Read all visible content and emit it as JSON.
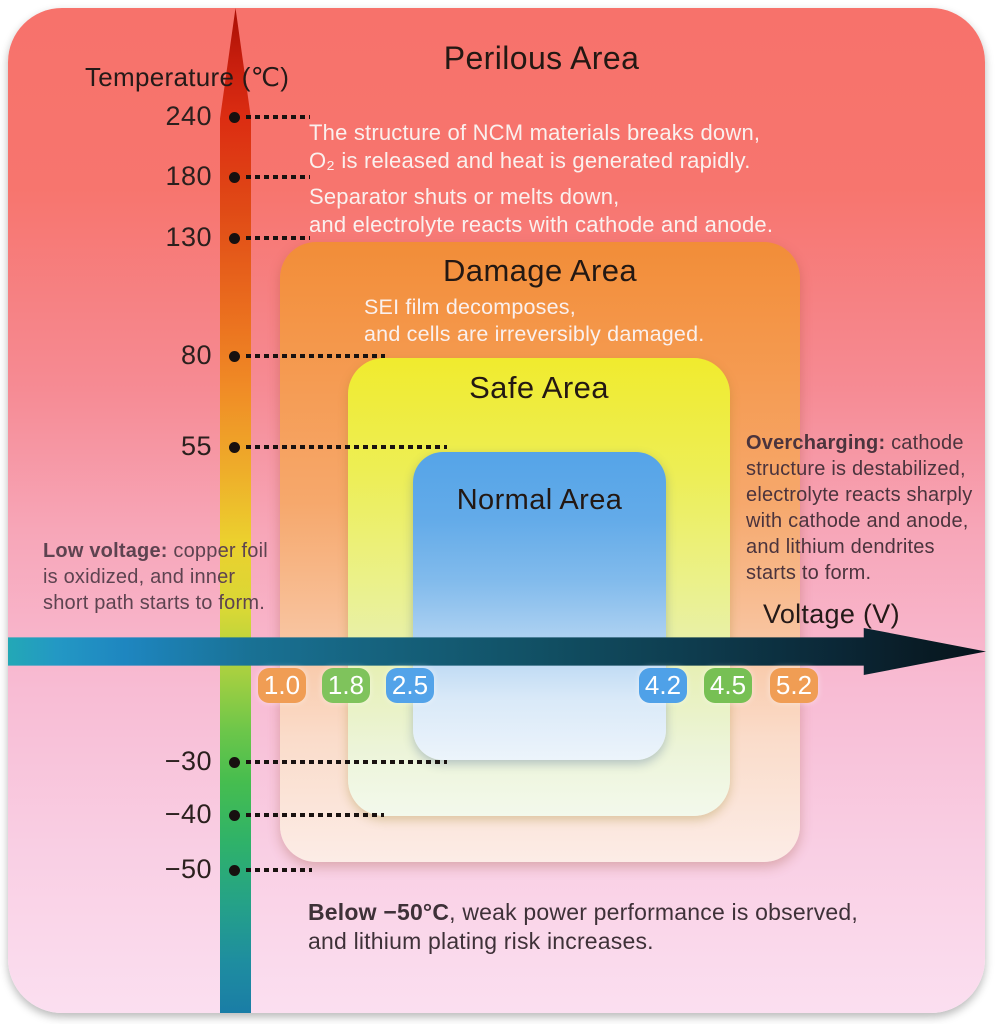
{
  "figure": {
    "type": "battery-operating-window-diagram",
    "accent_colors": {
      "perilous_bg_top": "#f7726b",
      "perilous_bg_bottom": "#fbdff0",
      "damage_orange": "#f28d38",
      "safe_yellow": "#f0eb2e",
      "normal_blue": "#55a4e8",
      "temperature_arrow_top": "#a80e04",
      "temperature_arrow_bottom": "#1a7da6",
      "voltage_arrow_left": "#23a8b6",
      "voltage_arrow_right": "#06141c"
    }
  },
  "axes": {
    "temperature": {
      "label": "Temperature (℃)",
      "ticks": [
        {
          "label": "240"
        },
        {
          "label": "180"
        },
        {
          "label": "130"
        },
        {
          "label": "80"
        },
        {
          "label": "55"
        },
        {
          "label": "−30"
        },
        {
          "label": "−40"
        },
        {
          "label": "−50"
        }
      ]
    },
    "voltage": {
      "label": "Voltage (V)",
      "badges": [
        {
          "value": "1.0",
          "color": "#f09d54"
        },
        {
          "value": "1.8",
          "color": "#7fc35c"
        },
        {
          "value": "2.5",
          "color": "#53a3e9"
        },
        {
          "value": "4.2",
          "color": "#4fa1e8"
        },
        {
          "value": "4.5",
          "color": "#77c054"
        },
        {
          "value": "5.2",
          "color": "#f09d54"
        }
      ]
    }
  },
  "areas": {
    "perilous": {
      "title": "Perilous Area",
      "note1_lines": [
        "The structure of NCM materials breaks down,",
        "O₂ is released and heat is generated rapidly."
      ],
      "note2_lines": [
        "Separator shuts or melts down,",
        "and electrolyte reacts with cathode and anode."
      ]
    },
    "damage": {
      "title": "Damage Area",
      "note_lines": [
        "SEI film decomposes,",
        "and cells are irreversibly damaged."
      ]
    },
    "safe": {
      "title": "Safe Area"
    },
    "normal": {
      "title": "Normal Area"
    }
  },
  "annotations": {
    "overcharging": {
      "lead": "Overcharging:",
      "line1_rest": " cathode",
      "lines": [
        "structure is destabilized,",
        "electrolyte reacts sharply",
        "with cathode and anode,",
        "and lithium dendrites",
        "starts to form."
      ]
    },
    "low_voltage": {
      "lead": "Low voltage:",
      "line1_rest": " copper foil",
      "lines": [
        "is oxidized, and inner",
        "short path starts to form."
      ]
    },
    "below_note": {
      "lead": "Below −50°C",
      "line1_rest": ", weak power performance is observed,",
      "line2": "and lithium plating risk increases."
    }
  }
}
